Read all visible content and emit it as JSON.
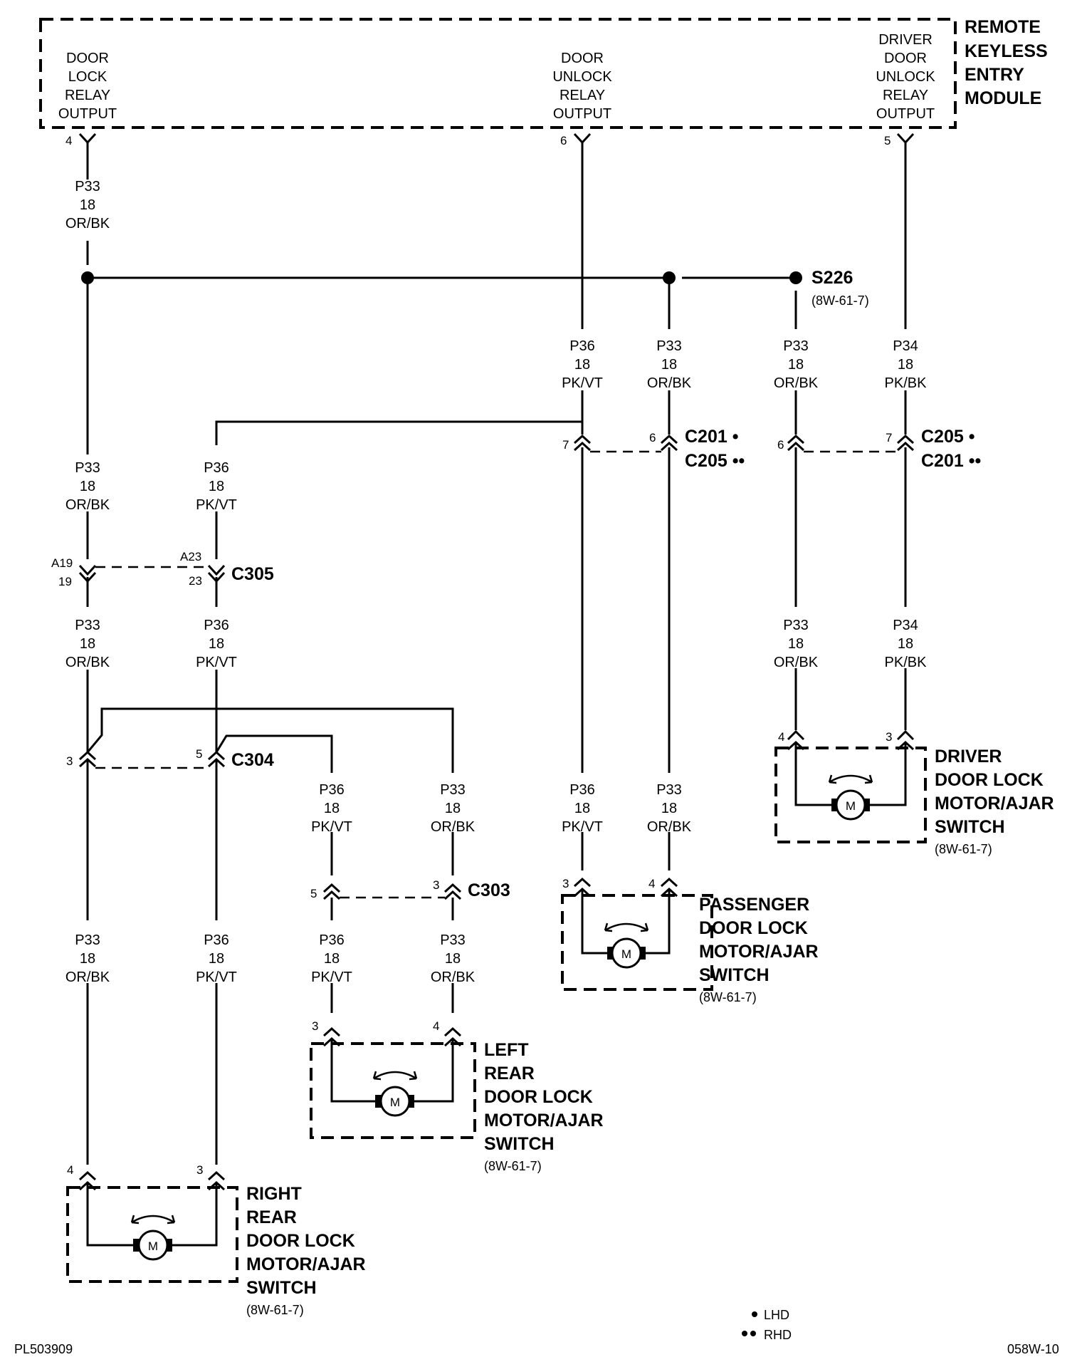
{
  "module": {
    "name_lines": [
      "REMOTE",
      "KEYLESS",
      "ENTRY",
      "MODULE"
    ],
    "outputs": [
      {
        "lines": [
          "DOOR",
          "LOCK",
          "RELAY",
          "OUTPUT"
        ],
        "pin": "4"
      },
      {
        "lines": [
          "DOOR",
          "UNLOCK",
          "RELAY",
          "OUTPUT"
        ],
        "pin": "6"
      },
      {
        "lines": [
          "DRIVER",
          "DOOR",
          "UNLOCK",
          "RELAY",
          "OUTPUT"
        ],
        "pin": "5"
      }
    ]
  },
  "splice": {
    "name": "S226",
    "ref": "(8W-61-7)"
  },
  "wires": {
    "p33": [
      "P33",
      "18",
      "OR/BK"
    ],
    "p36": [
      "P36",
      "18",
      "PK/VT"
    ],
    "p34": [
      "P34",
      "18",
      "PK/BK"
    ]
  },
  "connectors": {
    "c201_lhd": "C201 •",
    "c205_rhd": "C205 ••",
    "c205_lhd": "C205 •",
    "c201_rhd": "C201 ••",
    "c305": "C305",
    "c304": "C304",
    "c303": "C303"
  },
  "pins": {
    "c201_left": "7",
    "c201_right": "6",
    "c205_left": "6",
    "c205_right": "7",
    "c305_a19": "A19",
    "c305_19": "19",
    "c305_a23": "A23",
    "c305_23": "23",
    "c304_left": "3",
    "c304_right": "5",
    "c303_left": "5",
    "c303_right": "3",
    "driver_left": "4",
    "driver_right": "3",
    "pass_left": "3",
    "pass_right": "4",
    "lr_left": "3",
    "lr_right": "4",
    "rr_left": "4",
    "rr_right": "3"
  },
  "motor_symbol": "M",
  "components": {
    "driver": [
      "DRIVER",
      "DOOR LOCK",
      "MOTOR/AJAR",
      "SWITCH"
    ],
    "passenger": [
      "PASSENGER",
      "DOOR LOCK",
      "MOTOR/AJAR",
      "SWITCH"
    ],
    "left_rear": [
      "LEFT",
      "REAR",
      "DOOR LOCK",
      "MOTOR/AJAR",
      "SWITCH"
    ],
    "right_rear": [
      "RIGHT",
      "REAR",
      "DOOR LOCK",
      "MOTOR/AJAR",
      "SWITCH"
    ],
    "ref": "(8W-61-7)"
  },
  "legend": {
    "lhd": "LHD",
    "rhd": "RHD"
  },
  "footer": {
    "left_code": "PL503909",
    "right_code": "058W-10"
  }
}
